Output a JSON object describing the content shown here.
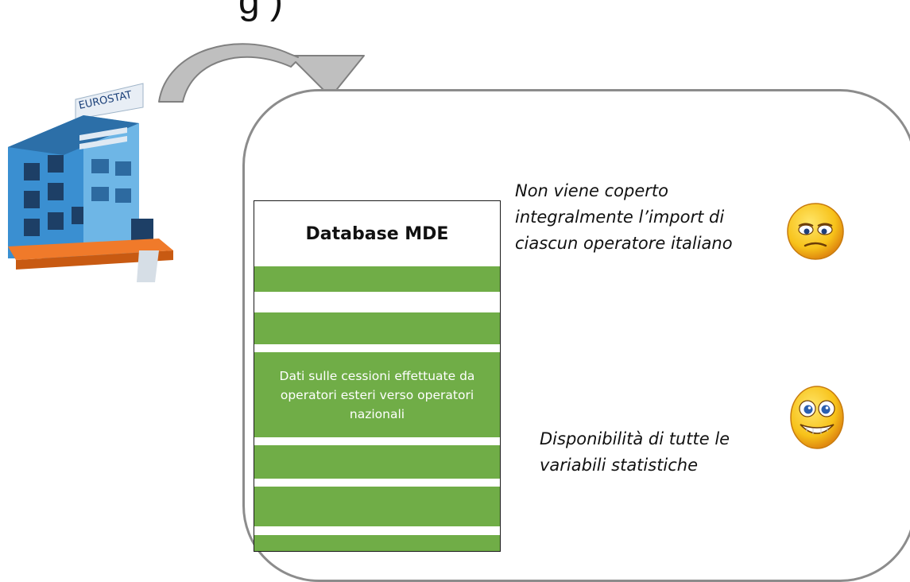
{
  "header": {
    "title_fragment": "g                 )"
  },
  "building": {
    "sign_text": "EUROSTAT"
  },
  "database": {
    "title": "Database MDE",
    "description": "Dati sulle cessioni effettuate da operatori esteri verso operatori nazionali"
  },
  "notes": {
    "limitation": "Non viene coperto integralmente l’import di ciascun operatore italiano",
    "advantage": "Disponibilità di tutte le variabili statistiche"
  },
  "icons": {
    "sad": "sad-face-icon",
    "happy": "happy-face-icon",
    "arrow": "curved-arrow-icon",
    "building": "building-icon"
  },
  "colors": {
    "green_band": "#70ad47",
    "panel_border": "#8c8c8c",
    "arrow_fill": "#bfbfbf",
    "building_blue": "#3a8fd1",
    "base_orange": "#f07a2a",
    "emoji_yellow": "#f7c21a"
  }
}
